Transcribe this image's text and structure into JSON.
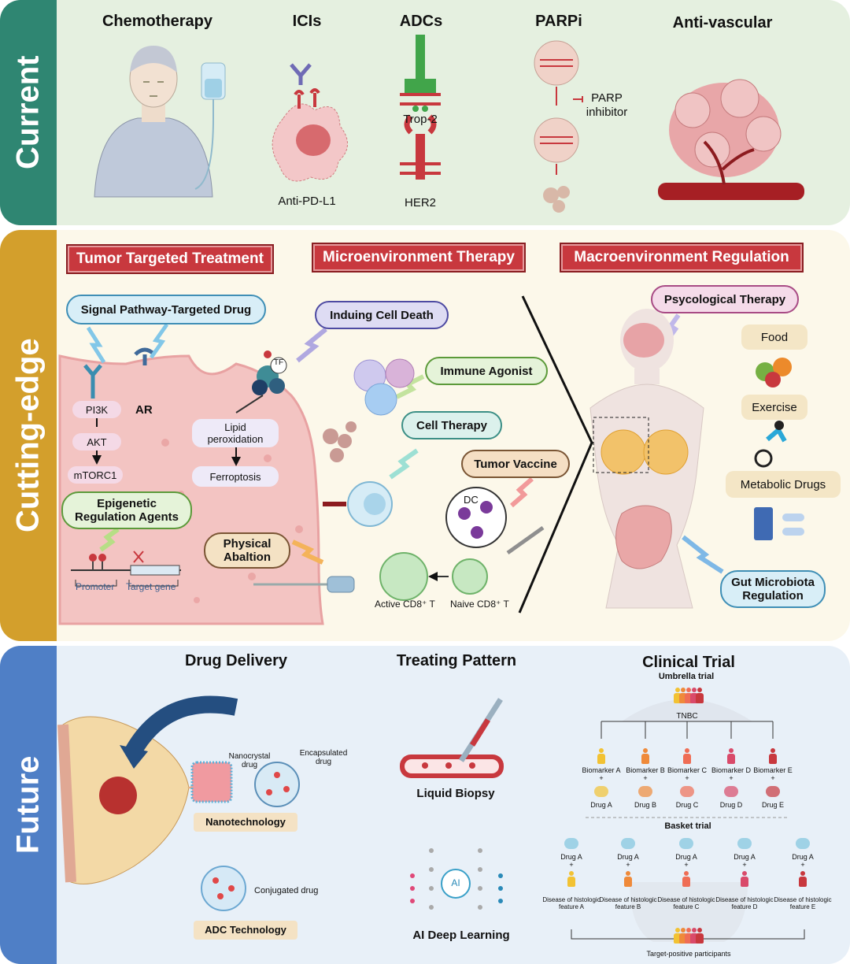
{
  "sections": {
    "current": "Current",
    "cutting_edge": "Cutting-edge",
    "future": "Future"
  },
  "current": {
    "chemotherapy": "Chemotherapy",
    "icis": "ICIs",
    "anti_pdl1": "Anti-PD-L1",
    "adcs": "ADCs",
    "trop2": "Trop-2",
    "her2": "HER2",
    "parpi": "PARPi",
    "parp_inhibitor": "PARP\ninhibitor",
    "anti_vascular": "Anti-vascular"
  },
  "cutting": {
    "tumor_targeted": "Tumor Targeted Treatment",
    "microenvironment": "Microenvironment Therapy",
    "macroenvironment": "Macroenvironment Regulation",
    "signal_pathway": "Signal Pathway-Targeted Drug",
    "inducing_cell_death": "Induing Cell Death",
    "immune_agonist": "Immune Agonist",
    "cell_therapy": "Cell Therapy",
    "tumor_vaccine": "Tumor Vaccine",
    "epigenetic": "Epigenetic\nRegulation Agents",
    "physical_ablation": "Physical\nAbaltion",
    "pi3k": "PI3K",
    "akt": "AKT",
    "mtorc1": "mTORC1",
    "ar": "AR",
    "tf": "TF",
    "lipid_peroxidation": "Lipid\nperoxidation",
    "ferroptosis": "Ferroptosis",
    "promoter": "Promoter",
    "target_gene": "Target gene",
    "dc": "DC",
    "active_cd8": "Active CD8⁺ T",
    "naive_cd8": "Naive CD8⁺ T",
    "psychological": "Psycological Therapy",
    "food": "Food",
    "exercise": "Exercise",
    "metabolic_drugs": "Metabolic Drugs",
    "gut_microbiota": "Gut Microbiota\nRegulation"
  },
  "future": {
    "drug_delivery": "Drug Delivery",
    "nanocrystal_drug": "Nanocrystal\ndrug",
    "encapsulated_drug": "Encapsulated\ndrug",
    "nanotechnology": "Nanotechnology",
    "conjugated_drug": "Conjugated drug",
    "adc_technology": "ADC Technology",
    "treating_pattern": "Treating Pattern",
    "liquid_biopsy": "Liquid Biopsy",
    "ai": "AI",
    "ai_deep_learning": "AI Deep Learning",
    "clinical_trial": "Clinical Trial",
    "umbrella_trial": "Umbrella trial",
    "tnbc": "TNBC",
    "biomarkers": [
      "Biomarker A",
      "Biomarker B",
      "Biomarker C",
      "Biomarker D",
      "Biomarker E"
    ],
    "plus": "+",
    "umbrella_drugs": [
      "Drug A",
      "Drug B",
      "Drug C",
      "Drug D",
      "Drug E"
    ],
    "basket_trial": "Basket trial",
    "basket_drugs": [
      "Drug A",
      "Drug A",
      "Drug A",
      "Drug A",
      "Drug A"
    ],
    "diseases": [
      "Disease of histologic\nfeature A",
      "Disease of histologic\nfeature B",
      "Disease of histologic\nfeature C",
      "Disease of histologic\nfeature D",
      "Disease of histologic\nfeature E"
    ],
    "target_positive": "Target-positive participants"
  },
  "colors": {
    "current_band": "#2f8672",
    "current_bg": "#e5f0e0",
    "cutting_band": "#d39f2c",
    "cutting_bg": "#fcf8ea",
    "future_band": "#4f7fc6",
    "future_bg": "#e8f0f8",
    "red_header": "#c8383e",
    "person_colors": [
      "#f2c233",
      "#ef8a3a",
      "#ef6d55",
      "#d94a6a",
      "#c8383e"
    ]
  }
}
